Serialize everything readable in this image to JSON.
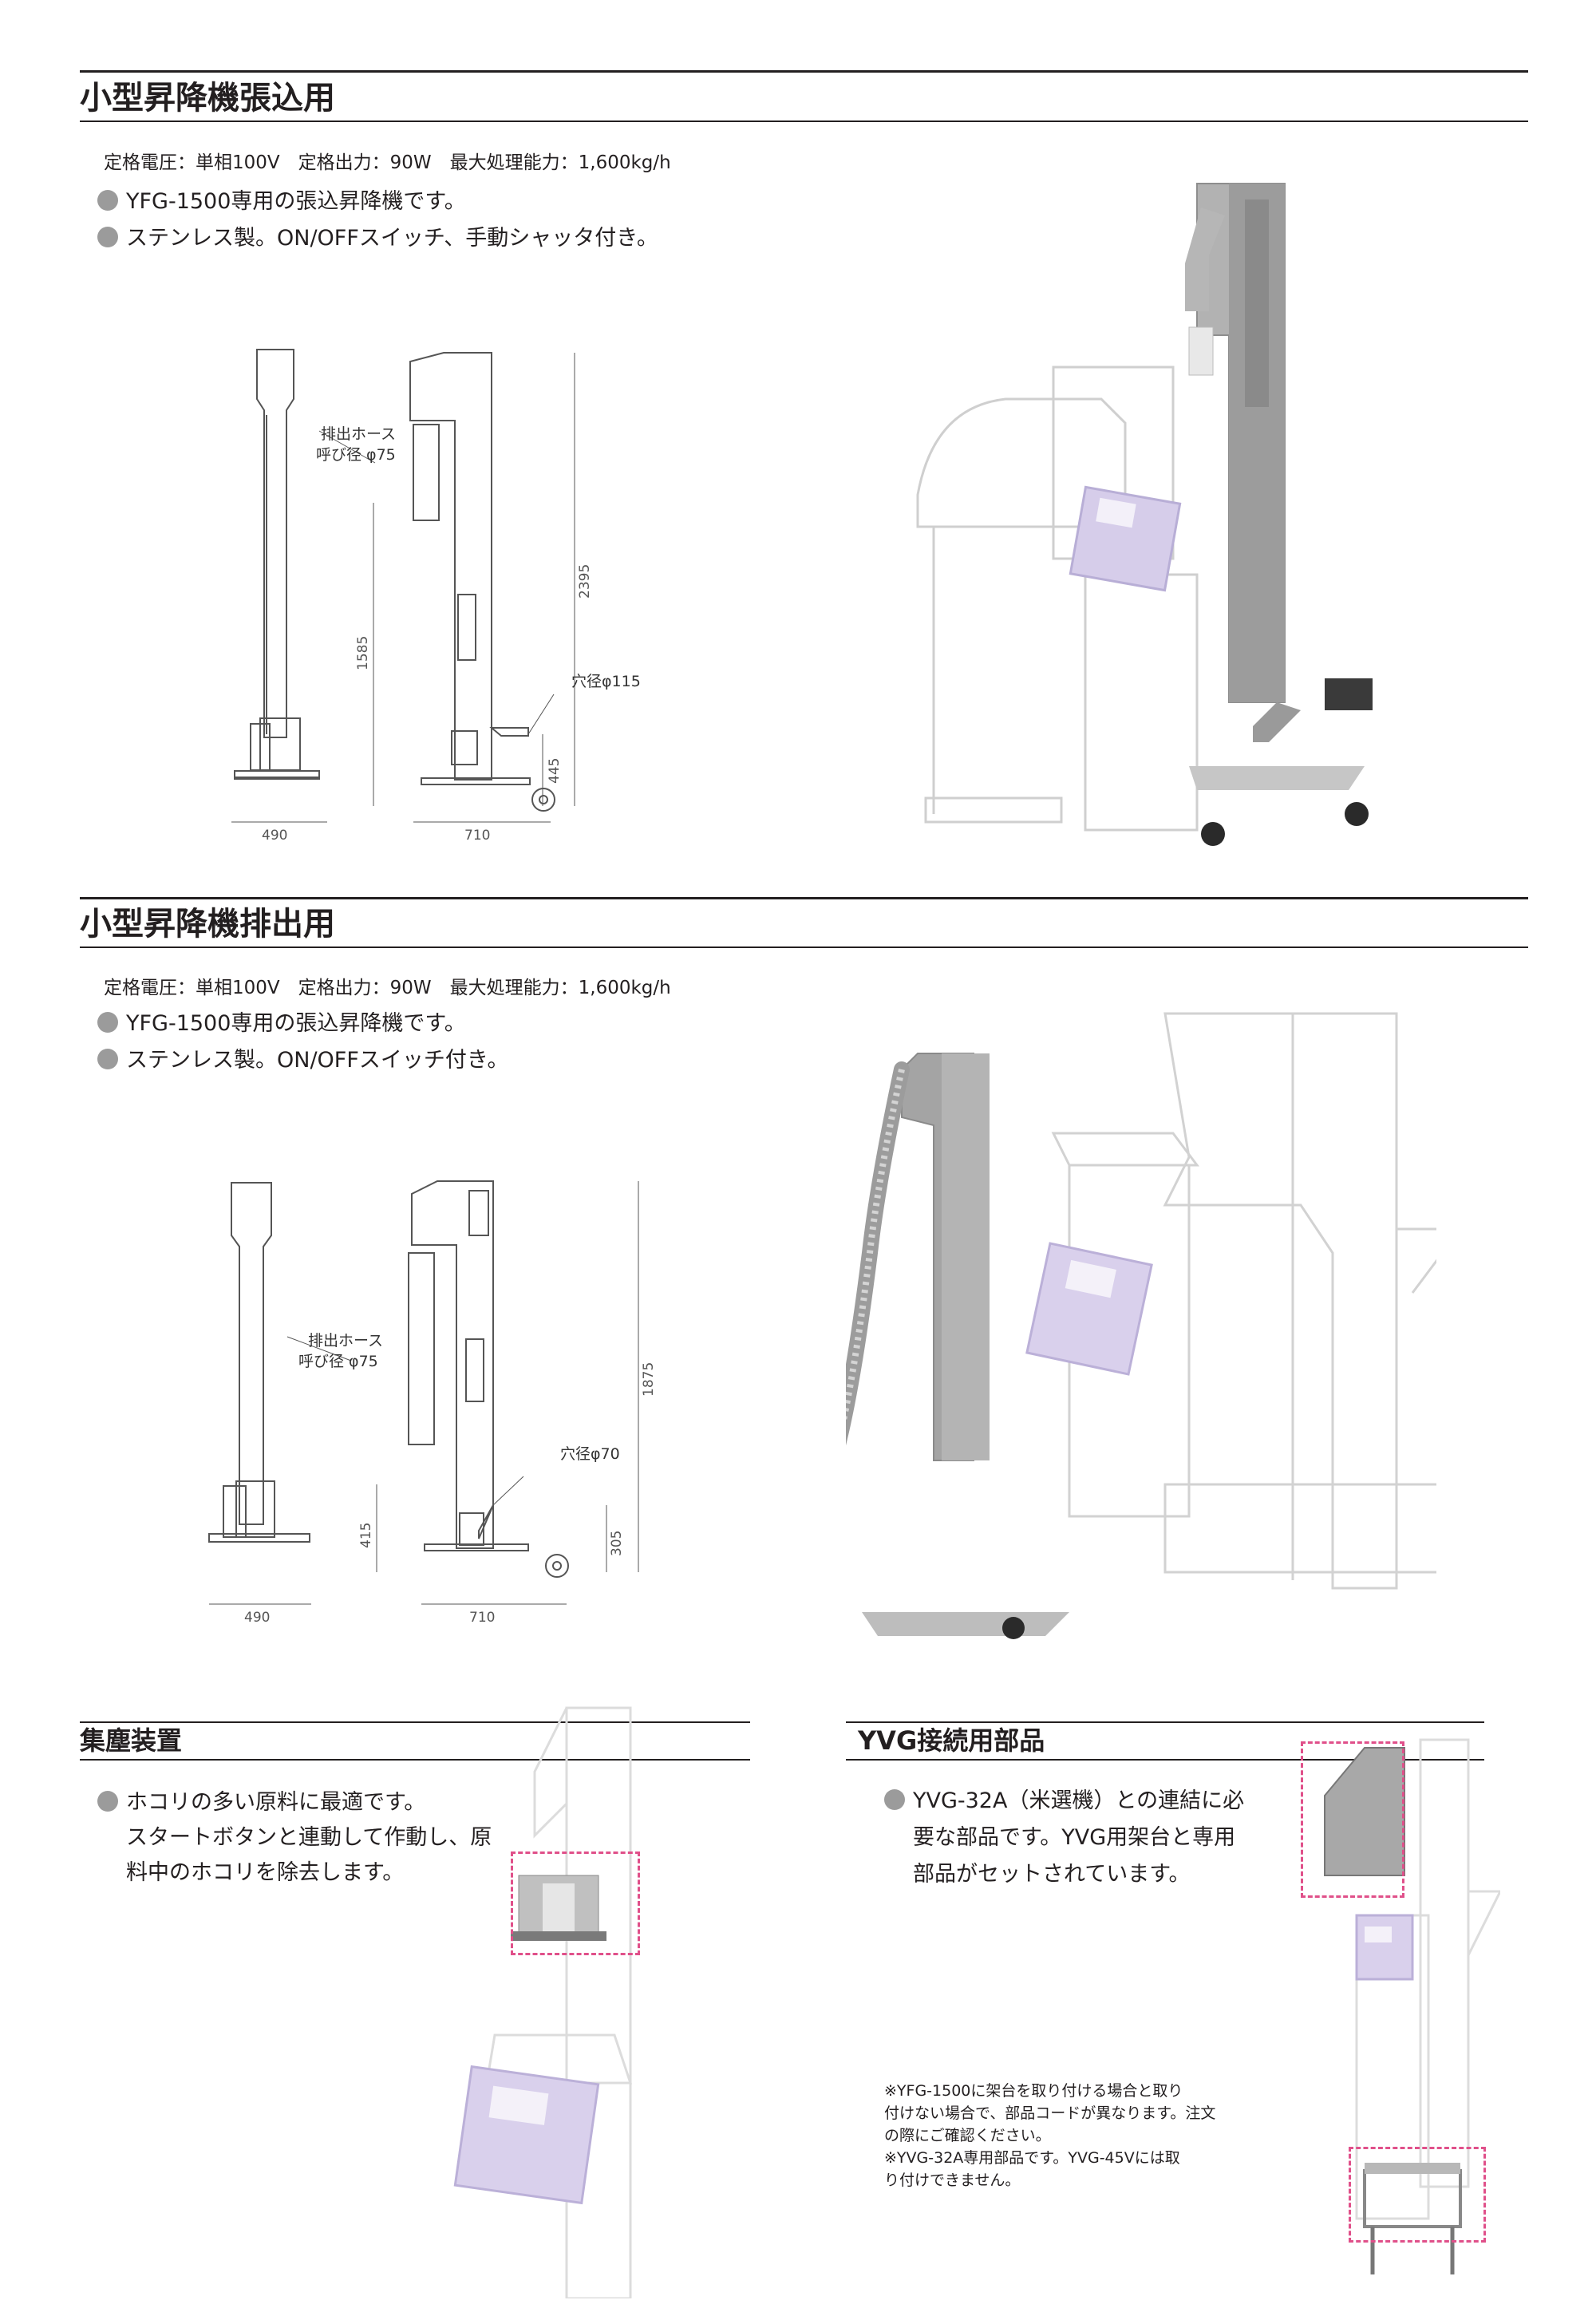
{
  "sections": [
    {
      "title": "小型昇降機張込用",
      "spec": "定格電圧：単相100V　定格出力：90W　最大処理能力：1,600kg/h",
      "bullets": [
        "YFG-1500専用の張込昇降機です。",
        "ステンレス製。ON/OFFスイッチ、手動シャッタ付き。"
      ],
      "drawing": {
        "hose_label": "排出ホース",
        "hose_diameter": "呼び径 φ75",
        "hole_label": "穴径φ115",
        "dims": {
          "width_front": "490",
          "width_side": "710",
          "height_total": "2395",
          "height_outlet": "1585",
          "height_inlet": "445"
        }
      }
    },
    {
      "title": "小型昇降機排出用",
      "spec": "定格電圧：単相100V　定格出力：90W　最大処理能力：1,600kg/h",
      "bullets": [
        "YFG-1500専用の張込昇降機です。",
        "ステンレス製。ON/OFFスイッチ付き。"
      ],
      "drawing": {
        "hose_label": "排出ホース",
        "hose_diameter": "呼び径 φ75",
        "hole_label": "穴径φ70",
        "dims": {
          "width_front": "490",
          "width_side": "710",
          "height_total": "1875",
          "height_outlet": "415",
          "height_inlet": "305"
        }
      }
    }
  ],
  "dust": {
    "title": "集塵装置",
    "lines": [
      "ホコリの多い原料に最適です。",
      "スタートボタンと連動して作動し、原",
      "料中のホコリを除去します。"
    ]
  },
  "yvg": {
    "title": "YVG接続用部品",
    "lines": [
      "YVG-32A（米選機）との連結に必",
      "要な部品です。YVG用架台と専用",
      "部品がセットされています。"
    ],
    "notes": [
      "※YFG-1500に架台を取り付ける場合と取り",
      "付けない場合で、部品コードが異なります。注文",
      "の際にご確認ください。",
      "※YVG-32A専用部品です。YVG-45Vには取",
      "り付けできません。"
    ]
  },
  "colors": {
    "text": "#231f20",
    "bullet": "#9b9b9b",
    "highlight": "#e0508a",
    "hopper": "#c8bfe0",
    "steel": "#a8a8a8"
  }
}
